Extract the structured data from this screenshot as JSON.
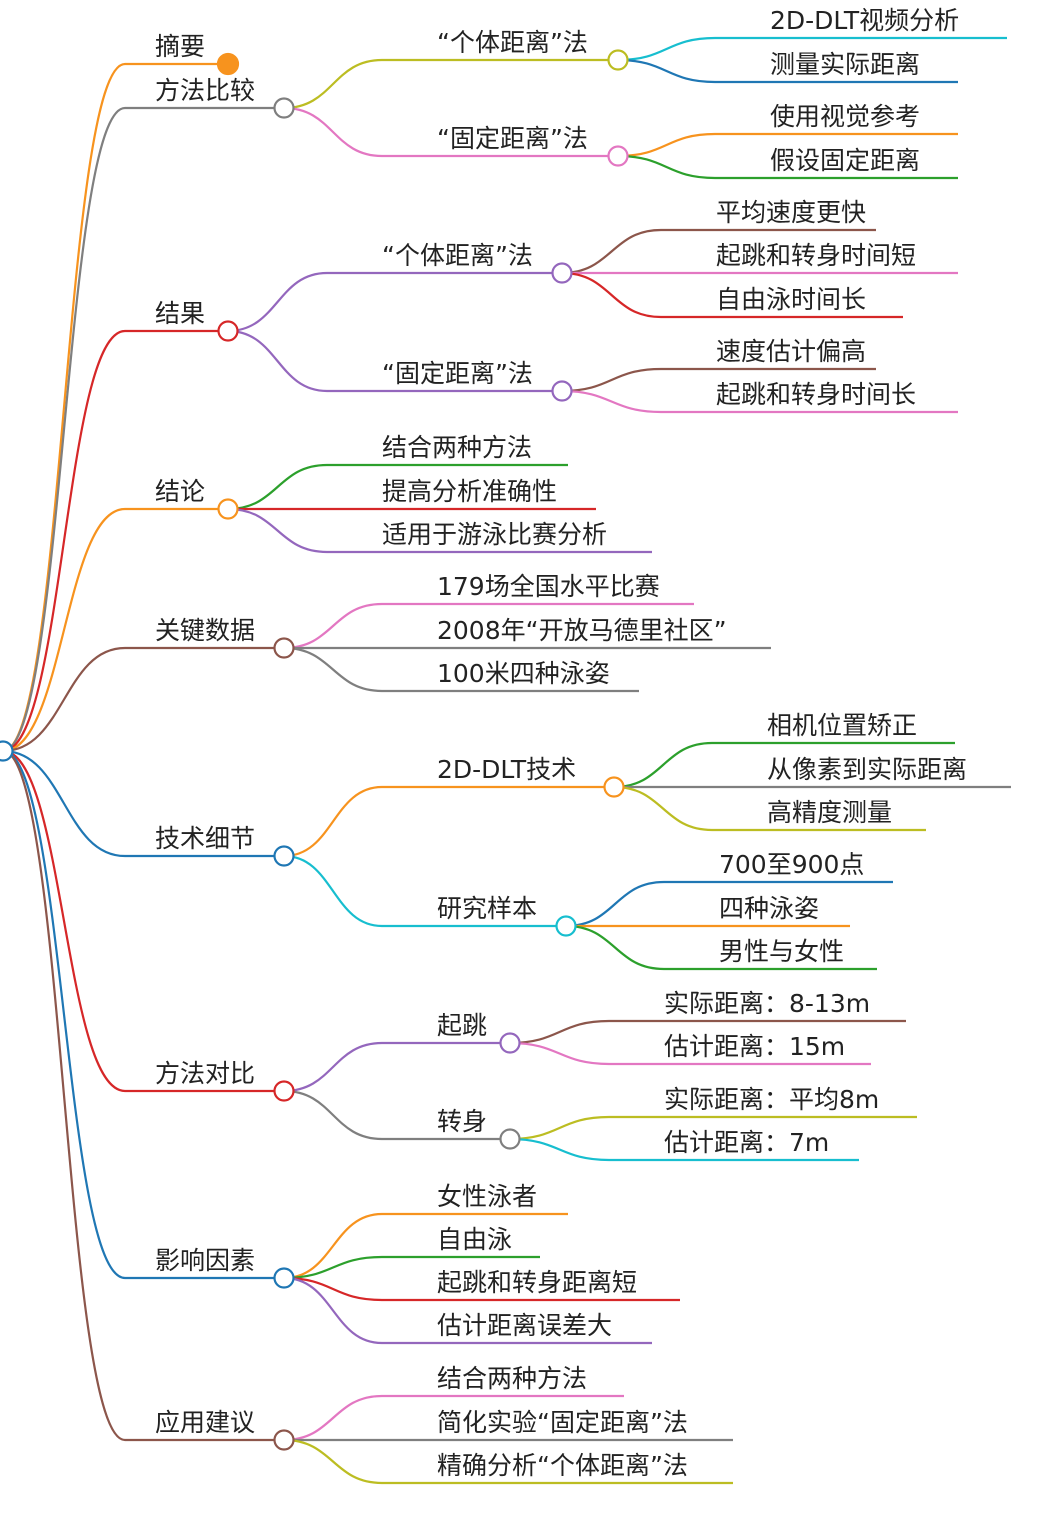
{
  "colors": {
    "orange": "#f7931e",
    "gray": "#7f7f7f",
    "red": "#d62728",
    "purple": "#9467bd",
    "brown": "#8c564b",
    "blue": "#1f77b4",
    "cyan": "#17becf",
    "olive": "#bcbd22",
    "pink": "#e377c2",
    "green": "#2ca02c"
  },
  "branches": [
    {
      "label": "摘要",
      "color": "orange",
      "filled": true,
      "children": []
    },
    {
      "label": "方法比较",
      "color": "gray",
      "children": [
        {
          "label": "“个体距离”法",
          "color": "olive",
          "children": [
            {
              "label": "2D-DLT视频分析",
              "color": "cyan"
            },
            {
              "label": "测量实际距离",
              "color": "blue"
            }
          ]
        },
        {
          "label": "“固定距离”法",
          "color": "pink",
          "children": [
            {
              "label": "使用视觉参考",
              "color": "orange"
            },
            {
              "label": "假设固定距离",
              "color": "green"
            }
          ]
        }
      ]
    },
    {
      "label": "结果",
      "color": "red",
      "children": [
        {
          "label": "“个体距离”法",
          "color": "purple",
          "children": [
            {
              "label": "平均速度更快",
              "color": "brown"
            },
            {
              "label": "起跳和转身时间短",
              "color": "pink"
            },
            {
              "label": "自由泳时间长",
              "color": "red"
            }
          ]
        },
        {
          "label": "“固定距离”法",
          "color": "purple",
          "children": [
            {
              "label": "速度估计偏高",
              "color": "brown"
            },
            {
              "label": "起跳和转身时间长",
              "color": "pink"
            }
          ]
        }
      ]
    },
    {
      "label": "结论",
      "color": "orange",
      "children": [
        {
          "label": "结合两种方法",
          "color": "green"
        },
        {
          "label": "提高分析准确性",
          "color": "red"
        },
        {
          "label": "适用于游泳比赛分析",
          "color": "purple"
        }
      ]
    },
    {
      "label": "关键数据",
      "color": "brown",
      "children": [
        {
          "label": "179场全国水平比赛",
          "color": "pink"
        },
        {
          "label": "2008年“开放马德里社区”",
          "color": "gray"
        },
        {
          "label": "100米四种泳姿",
          "color": "gray"
        }
      ]
    },
    {
      "label": "技术细节",
      "color": "blue",
      "children": [
        {
          "label": "2D-DLT技术",
          "color": "orange",
          "children": [
            {
              "label": "相机位置矫正",
              "color": "green"
            },
            {
              "label": "从像素到实际距离",
              "color": "gray"
            },
            {
              "label": "高精度测量",
              "color": "olive"
            }
          ]
        },
        {
          "label": "研究样本",
          "color": "cyan",
          "children": [
            {
              "label": "700至900点",
              "color": "blue"
            },
            {
              "label": "四种泳姿",
              "color": "orange"
            },
            {
              "label": "男性与女性",
              "color": "green"
            }
          ]
        }
      ]
    },
    {
      "label": "方法对比",
      "color": "red",
      "children": [
        {
          "label": "起跳",
          "color": "purple",
          "children": [
            {
              "label": "实际距离：8-13m",
              "color": "brown"
            },
            {
              "label": "估计距离：15m",
              "color": "pink"
            }
          ]
        },
        {
          "label": "转身",
          "color": "gray",
          "children": [
            {
              "label": "实际距离：平均8m",
              "color": "olive"
            },
            {
              "label": "估计距离：7m",
              "color": "cyan"
            }
          ]
        }
      ]
    },
    {
      "label": "影响因素",
      "color": "blue",
      "children": [
        {
          "label": "女性泳者",
          "color": "orange"
        },
        {
          "label": "自由泳",
          "color": "green"
        },
        {
          "label": "起跳和转身距离短",
          "color": "red"
        },
        {
          "label": "估计距离误差大",
          "color": "purple"
        }
      ]
    },
    {
      "label": "应用建议",
      "color": "brown",
      "children": [
        {
          "label": "结合两种方法",
          "color": "pink"
        },
        {
          "label": "简化实验“固定距离”法",
          "color": "gray"
        },
        {
          "label": "精确分析“个体距离”法",
          "color": "olive"
        }
      ]
    }
  ]
}
